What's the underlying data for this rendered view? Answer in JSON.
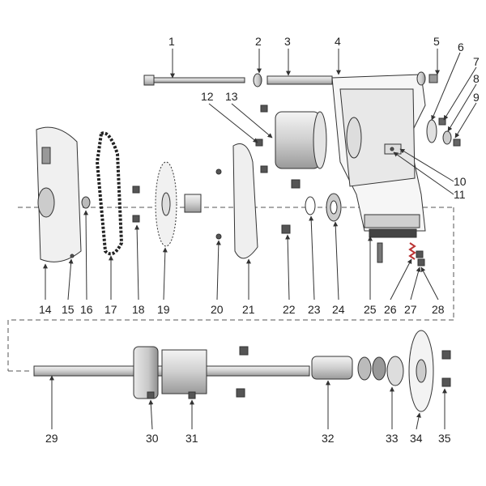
{
  "callouts": [
    {
      "label": "1"
    },
    {
      "label": "2"
    },
    {
      "label": "3"
    },
    {
      "label": "4"
    },
    {
      "label": "5"
    },
    {
      "label": "6"
    },
    {
      "label": "7"
    },
    {
      "label": "8"
    },
    {
      "label": "9"
    },
    {
      "label": "10"
    },
    {
      "label": "11"
    },
    {
      "label": "12"
    },
    {
      "label": "13"
    },
    {
      "label": "14"
    },
    {
      "label": "15"
    },
    {
      "label": "16"
    },
    {
      "label": "17"
    },
    {
      "label": "18"
    },
    {
      "label": "19"
    },
    {
      "label": "20"
    },
    {
      "label": "21"
    },
    {
      "label": "22"
    },
    {
      "label": "23"
    },
    {
      "label": "24"
    },
    {
      "label": "25"
    },
    {
      "label": "26"
    },
    {
      "label": "27"
    },
    {
      "label": "28"
    },
    {
      "label": "29"
    },
    {
      "label": "30"
    },
    {
      "label": "31"
    },
    {
      "label": "32"
    },
    {
      "label": "33"
    },
    {
      "label": "34"
    },
    {
      "label": "35"
    }
  ]
}
